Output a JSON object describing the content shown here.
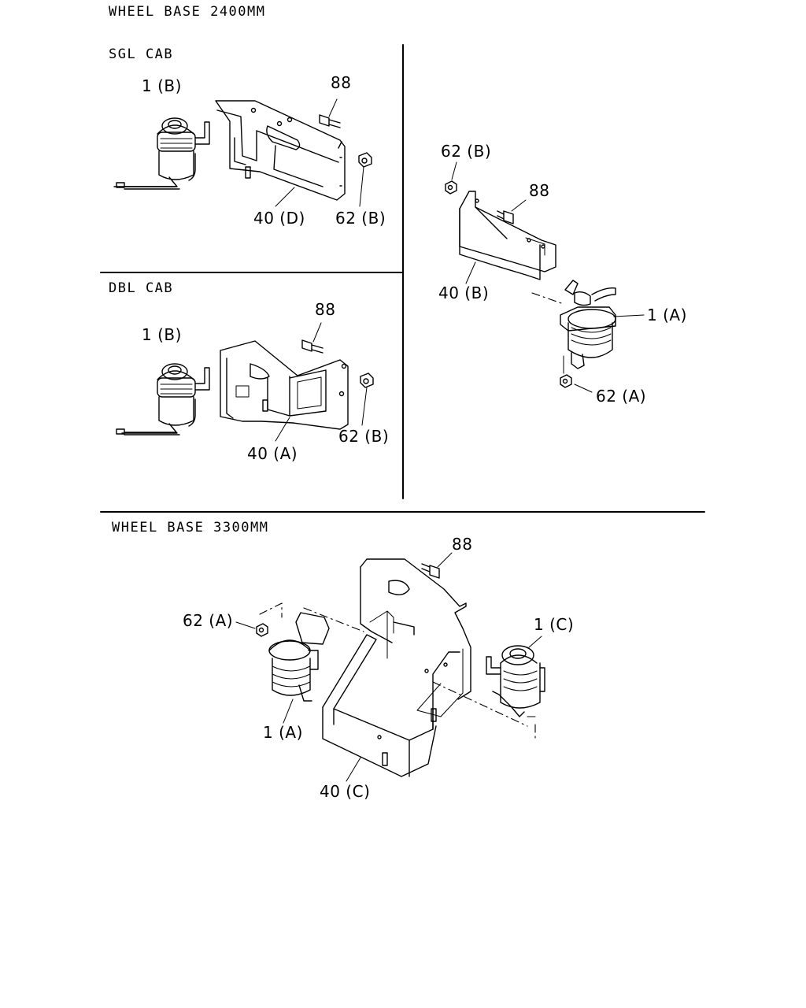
{
  "sections": {
    "wb2400": {
      "title": "WHEEL BASE 2400MM"
    },
    "sgl": {
      "title": "SGL CAB"
    },
    "dbl": {
      "title": "DBL CAB"
    },
    "wb3300": {
      "title": "WHEEL BASE 3300MM"
    }
  },
  "callouts": {
    "sgl_filter": "1 (B)",
    "sgl_bolt": "88",
    "sgl_bracket": "40 (D)",
    "sgl_nut": "62 (B)",
    "dbl_filter": "1 (B)",
    "dbl_bolt": "88",
    "dbl_bracket": "40 (A)",
    "dbl_nut": "62 (B)",
    "r_nut_b": "62 (B)",
    "r_bolt": "88",
    "r_bracket": "40 (B)",
    "r_filter": "1 (A)",
    "r_nut_a": "62 (A)",
    "w_bolt": "88",
    "w_nut": "62 (A)",
    "w_filter_c": "1 (C)",
    "w_filter_a": "1 (A)",
    "w_bracket": "40 (C)"
  }
}
